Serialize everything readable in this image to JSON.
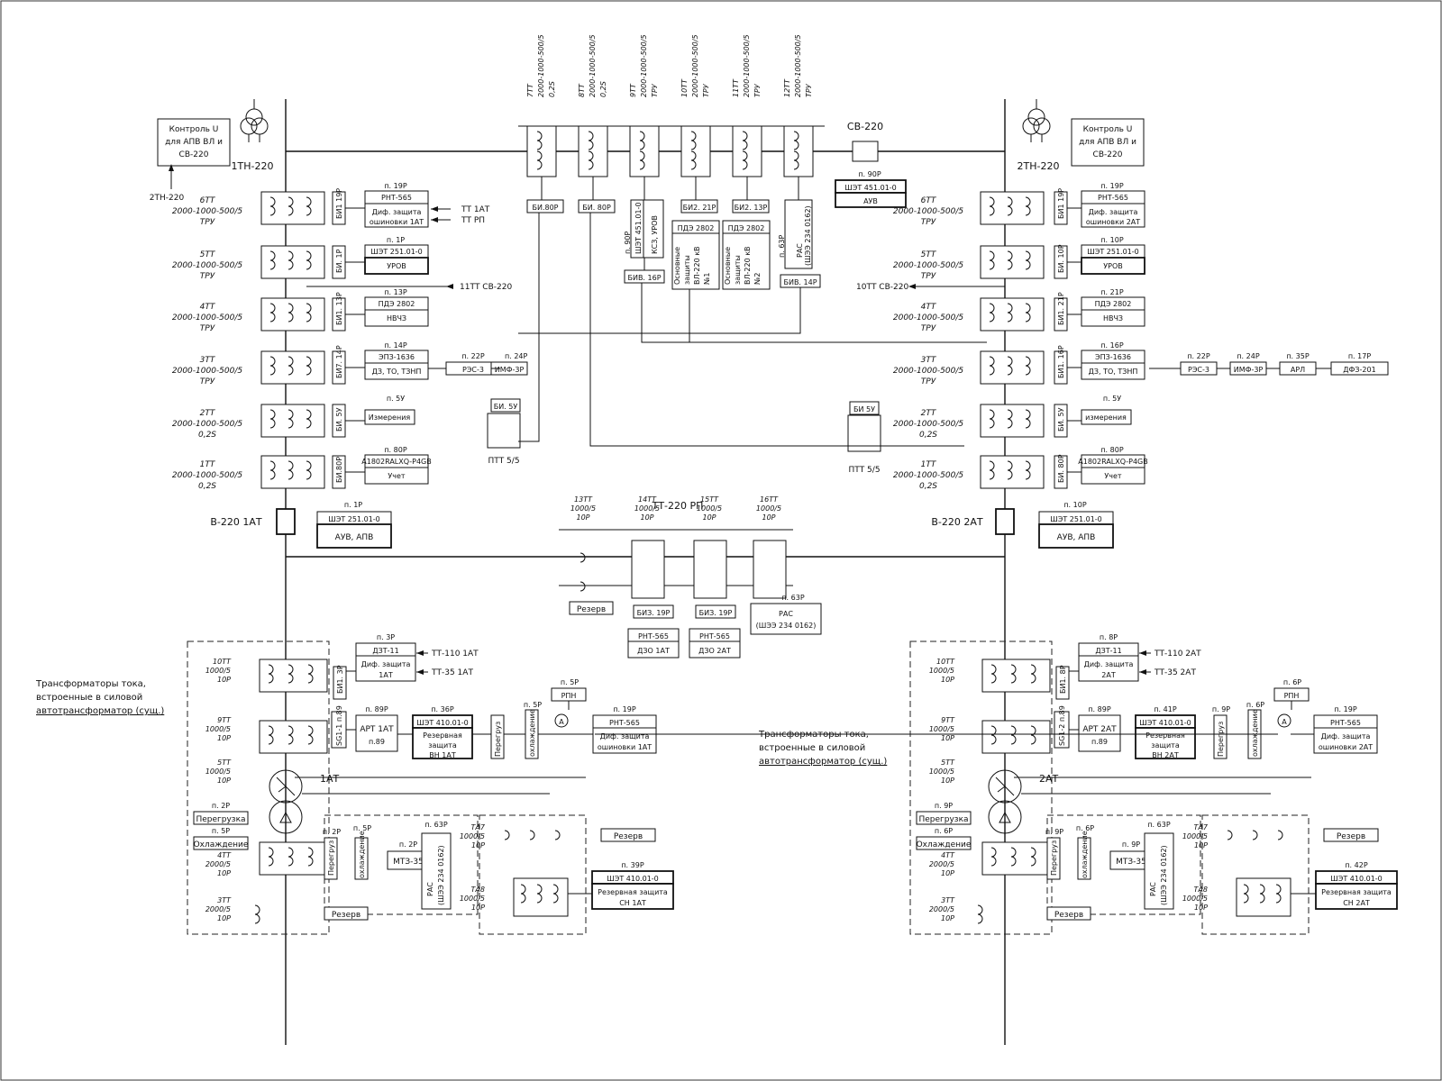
{
  "left": {
    "ctrl_box": [
      "Контроль U",
      "для АПВ ВЛ и",
      "СВ-220"
    ],
    "tn_label": "1ТН-220",
    "tn_ref": "2ТН-220",
    "ct": [
      {
        "name": "6ТТ",
        "ratio": "2000-1000-500/5",
        "cls": "ТРУ",
        "bi": "БИ1 19Р"
      },
      {
        "name": "5ТТ",
        "ratio": "2000-1000-500/5",
        "cls": "ТРУ",
        "bi": "БИ. 1Р"
      },
      {
        "name": "4ТТ",
        "ratio": "2000-1000-500/5",
        "cls": "ТРУ",
        "bi": "БИ1. 13Р"
      },
      {
        "name": "3ТТ",
        "ratio": "2000-1000-500/5",
        "cls": "ТРУ",
        "bi": "БИ7. 14Р"
      },
      {
        "name": "2ТТ",
        "ratio": "2000-1000-500/5",
        "cls": "0,2S",
        "bi": "БИ. 5У"
      },
      {
        "name": "1ТТ",
        "ratio": "2000-1000-500/5",
        "cls": "0,2S",
        "bi": "БИ.80Р"
      }
    ],
    "relays": [
      {
        "p": "п. 19Р",
        "top": "РНТ-565",
        "bottom": "Диф. защита",
        "bottom2": "ошиновки 1АТ"
      },
      {
        "p": "п. 1Р",
        "top": "ШЭТ 251.01-0",
        "bottom": "УРОВ"
      },
      {
        "p": "п. 13Р",
        "top": "ПДЭ 2802",
        "bottom": "НВЧЗ"
      },
      {
        "p": "п. 14Р",
        "top": "ЭПЗ-1636",
        "bottom": "ДЗ, ТО, ТЗНП"
      },
      {
        "p": "п. 5У",
        "top": "Измерения"
      },
      {
        "p": "п. 80Р",
        "top": "A1802RALXQ-P4GB",
        "bottom": "Учет"
      }
    ],
    "arrow_in": [
      "ТТ 1АТ",
      "ТТ РП"
    ],
    "sv_link": "11ТТ СВ-220",
    "extra": [
      {
        "p": "п. 22Р",
        "t": "РЭС-3"
      },
      {
        "p": "п. 24Р",
        "t": "ИМФ-3Р"
      }
    ],
    "bi5u": "БИ. 5У",
    "ptt": "ПТТ 5/5",
    "breaker": "В-220 1АТ",
    "breaker_relay": {
      "p": "п. 1Р",
      "top": "ШЭТ 251.01-0",
      "bottom": "АУВ, АПВ"
    },
    "dzt": {
      "p": "п. 3Р",
      "top": "ДЗТ-11",
      "b1": "Диф. защита",
      "b2": "1АТ"
    },
    "dzt_in": [
      "ТТ-110 1АТ",
      "ТТ-35 1АТ"
    ],
    "bi3r": "БИ1. 3Р",
    "sg": "SG1-1 п.89",
    "art": {
      "p": "п. 89Р",
      "t1": "АРТ 1АТ",
      "t2": "п.89"
    },
    "res_vn": {
      "p": "п. 36Р",
      "top": "ШЭТ 410.01-0",
      "b1": "Резервная",
      "b2": "защита",
      "b3": "ВН 1АТ"
    },
    "peregruz": "Перегруз",
    "ohl_p": "п. 5Р",
    "ohl": "охлаждение",
    "rpn": {
      "p": "п. 5Р",
      "t": "РПН"
    },
    "amp": "А",
    "dif_osh": {
      "p": "п. 19Р",
      "top": "РНТ-565",
      "b1": "Диф. защита",
      "b2": "ошиновки 1АТ"
    },
    "note": [
      "Трансформаторы тока,",
      "встроенные в силовой",
      "автотрансформатор (сущ.)"
    ],
    "at_label": "1АТ",
    "ct_in": [
      {
        "name": "10ТТ",
        "r": "1000/5",
        "c": "10Р"
      },
      {
        "name": "9ТТ",
        "r": "1000/5",
        "c": "10Р"
      },
      {
        "name": "5ТТ",
        "r": "1000/5",
        "c": "10Р"
      },
      {
        "name": "4ТТ",
        "r": "2000/5",
        "c": "10Р"
      },
      {
        "name": "3ТТ",
        "r": "2000/5",
        "c": "10Р"
      }
    ],
    "pereg_p": "п. 2Р",
    "pereg": "Перегрузка",
    "ohl2_p": "п. 5Р",
    "ohl2": "Охлаждение",
    "low": {
      "p1": "п. 2Р",
      "p2": "п. 5Р",
      "peregruz": "Перегруз",
      "ohl": "охлаждение",
      "mtz_p": "п. 2Р",
      "mtz": "МТЗ-35",
      "ras_p": "п. 63Р",
      "ras1": "РАС",
      "ras2": "(ШЭЭ 234 0162)",
      "rezerv": "Резерв"
    },
    "ta7": {
      "n": "ТА7",
      "r": "1000/5",
      "c": "10Р"
    },
    "ta8": {
      "n": "ТА8",
      "r": "1000/5",
      "c": "10Р"
    },
    "rezerv_ta": "Резерв",
    "res_sn": {
      "p": "п. 39Р",
      "top": "ШЭТ 410.01-0",
      "b1": "Резервная защита",
      "b2": "СН 1АТ"
    }
  },
  "top": {
    "cts": [
      {
        "n": "7ТТ",
        "r": "2000-1000-500/5",
        "c": "0,2S",
        "bi": "БИ.80Р"
      },
      {
        "n": "8ТТ",
        "r": "2000-1000-500/5",
        "c": "0,2S",
        "bi": "БИ. 80Р"
      },
      {
        "n": "9ТТ",
        "r": "2000-1000-500/5",
        "c": "ТРУ",
        "bi": ""
      },
      {
        "n": "10ТТ",
        "r": "2000-1000-500/5",
        "c": "ТРУ",
        "bi": "БИ2. 21Р"
      },
      {
        "n": "11ТТ",
        "r": "2000-1000-500/5",
        "c": "ТРУ",
        "bi": "БИ2. 13Р"
      },
      {
        "n": "12ТТ",
        "r": "2000-1000-500/5",
        "c": "ТРУ",
        "bi": ""
      }
    ],
    "shet": {
      "p": "п. 90Р",
      "t1": "ШЭТ 451.01-0",
      "t2": "КСЗ, УРОВ"
    },
    "biv16": "БИВ. 16Р",
    "pde1": {
      "t": "ПДЭ 2802",
      "b": [
        "Основные",
        "защиты",
        "ВЛ-220 кВ",
        "№1"
      ]
    },
    "pde2": {
      "t": "ПДЭ 2802",
      "b": [
        "Основные",
        "защиты",
        "ВЛ-220 кВ",
        "№2"
      ]
    },
    "ras": {
      "p": "п. 63Р",
      "t1": "РАС",
      "t2": "(ШЭЭ 234 0162)"
    },
    "biv14": "БИВ. 14Р",
    "sv": "СВ-220",
    "sv_relay": {
      "p": "п. 90Р",
      "top": "ШЭТ 451.01-0",
      "bottom": "АУВ"
    }
  },
  "mid": {
    "title": "ТТ-220 РП",
    "cts": [
      {
        "n": "13ТТ",
        "r": "1000/5",
        "c": "10Р"
      },
      {
        "n": "14ТТ",
        "r": "1000/5",
        "c": "10Р"
      },
      {
        "n": "15ТТ",
        "r": "1000/5",
        "c": "10Р"
      },
      {
        "n": "16ТТ",
        "r": "1000/5",
        "c": "10Р"
      }
    ],
    "rezerv": "Резерв",
    "biz1": "БИЗ. 19Р",
    "biz2": "БИЗ. 19Р",
    "dzo1": {
      "t": "РНТ-565",
      "b": "ДЗО 1АТ"
    },
    "dzo2": {
      "t": "РНТ-565",
      "b": "ДЗО 2АТ"
    },
    "ras": {
      "p": "п. 63Р",
      "t1": "РАС",
      "t2": "(ШЭЭ 234 0162)"
    }
  },
  "right": {
    "ctrl_box": [
      "Контроль U",
      "для АПВ ВЛ и",
      "СВ-220"
    ],
    "tn_label": "2ТН-220",
    "ct": [
      {
        "name": "6ТТ",
        "ratio": "2000-1000-500/5",
        "cls": "ТРУ",
        "bi": "БИ1 19Р"
      },
      {
        "name": "5ТТ",
        "ratio": "2000-1000-500/5",
        "cls": "ТРУ",
        "bi": "БИ. 10Р"
      },
      {
        "name": "4ТТ",
        "ratio": "2000-1000-500/5",
        "cls": "ТРУ",
        "bi": "БИ1. 21Р"
      },
      {
        "name": "3ТТ",
        "ratio": "2000-1000-500/5",
        "cls": "ТРУ",
        "bi": "БИ1. 16Р"
      },
      {
        "name": "2ТТ",
        "ratio": "2000-1000-500/5",
        "cls": "0,2S",
        "bi": "БИ. 5У"
      },
      {
        "name": "1ТТ",
        "ratio": "2000-1000-500/5",
        "cls": "0,2S",
        "bi": "БИ. 80Р"
      }
    ],
    "relays": [
      {
        "p": "п. 19Р",
        "top": "РНТ-565",
        "bottom": "Диф. защита",
        "bottom2": "ошиновки 2АТ"
      },
      {
        "p": "п. 10Р",
        "top": "ШЭТ 251.01-0",
        "bottom": "УРОВ"
      },
      {
        "p": "п. 21Р",
        "top": "ПДЭ 2802",
        "bottom": "НВЧЗ"
      },
      {
        "p": "п. 16Р",
        "top": "ЭПЗ-1636",
        "bottom": "ДЗ, ТО, ТЗНП"
      },
      {
        "p": "п. 5У",
        "top": "измерения"
      },
      {
        "p": "п. 80Р",
        "top": "A1802RALXQ-P4GB",
        "bottom": "Учет"
      }
    ],
    "sv_link": "10ТТ СВ-220",
    "extra": [
      {
        "p": "п. 22Р",
        "t": "РЭС-3"
      },
      {
        "p": "п. 24Р",
        "t": "ИМФ-3Р"
      },
      {
        "p": "п. 35Р",
        "t": "АРЛ"
      },
      {
        "p": "п. 17Р",
        "t": "ДФЗ-201"
      }
    ],
    "bi5u": "БИ 5У",
    "ptt": "ПТТ 5/5",
    "breaker": "В-220 2АТ",
    "breaker_relay": {
      "p": "п. 10Р",
      "top": "ШЭТ 251.01-0",
      "bottom": "АУВ, АПВ"
    },
    "dzt": {
      "p": "п. 8Р",
      "top": "ДЗТ-11",
      "b1": "Диф. защита",
      "b2": "2АТ"
    },
    "dzt_in": [
      "ТТ-110 2АТ",
      "ТТ-35 2АТ"
    ],
    "bi3r": "БИ1. 8Р",
    "sg": "SG1-2 п.89",
    "art": {
      "p": "п. 89Р",
      "t1": "АРТ 2АТ",
      "t2": "п.89"
    },
    "res_vn": {
      "p": "п. 41Р",
      "top": "ШЭТ 410.01-0",
      "b1": "Резервная",
      "b2": "защита",
      "b3": "ВН 2АТ"
    },
    "peregruz_p": "п. 9Р",
    "peregruz": "Перегруз",
    "ohl_p": "п. 6Р",
    "ohl": "охлаждение",
    "rpn": {
      "p": "п. 6Р",
      "t": "РПН"
    },
    "amp": "А",
    "dif_osh": {
      "p": "п. 19Р",
      "top": "РНТ-565",
      "b1": "Диф. защита",
      "b2": "ошиновки 2АТ"
    },
    "note": [
      "Трансформаторы тока,",
      "встроенные в силовой",
      "автотрансформатор (сущ.)"
    ],
    "at_label": "2АТ",
    "ct_in": [
      {
        "name": "10ТТ",
        "r": "1000/5",
        "c": "10Р"
      },
      {
        "name": "9ТТ",
        "r": "1000/5",
        "c": "10Р"
      },
      {
        "name": "5ТТ",
        "r": "1000/5",
        "c": "10Р"
      },
      {
        "name": "4ТТ",
        "r": "2000/5",
        "c": "10Р"
      },
      {
        "name": "3ТТ",
        "r": "2000/5",
        "c": "10Р"
      }
    ],
    "pereg_p": "п. 9Р",
    "pereg": "Перегрузка",
    "ohl2_p": "п. 6Р",
    "ohl2": "Охлаждение",
    "low": {
      "p1": "п. 9Р",
      "p2": "п. 6Р",
      "peregruz": "Перегруз",
      "ohl": "охлаждение",
      "mtz_p": "п. 9Р",
      "mtz": "МТЗ-35",
      "ras_p": "п. 63Р",
      "ras1": "РАС",
      "ras2": "(ШЭЭ 234 0162)",
      "rezerv": "Резерв"
    },
    "ta7": {
      "n": "ТА7",
      "r": "1000/5",
      "c": "10Р"
    },
    "ta8": {
      "n": "ТА8",
      "r": "1000/5",
      "c": "10Р"
    },
    "rezerv_ta": "Резерв",
    "res_sn": {
      "p": "п. 42Р",
      "top": "ШЭТ 410.01-0",
      "b1": "Резервная защита",
      "b2": "СН 2АТ"
    }
  }
}
